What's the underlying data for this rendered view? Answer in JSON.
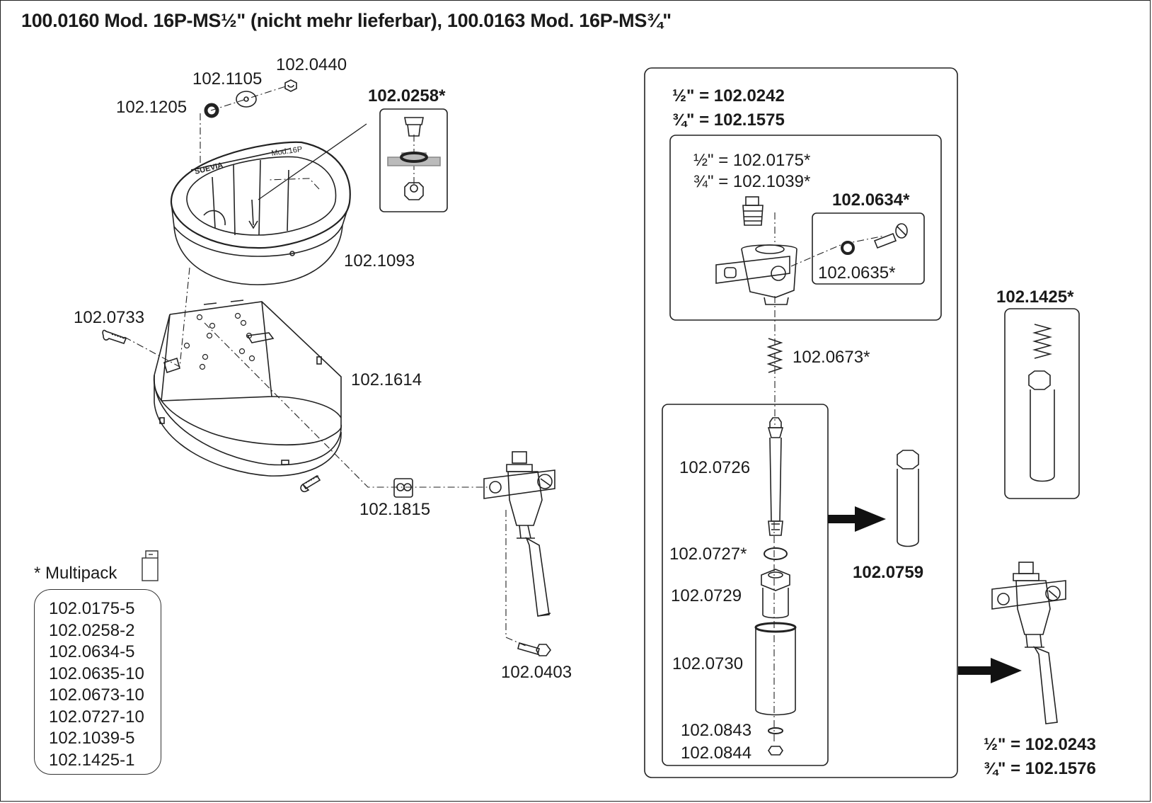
{
  "title": "100.0160 Mod. 16P-MS½\" (nicht mehr lieferbar), 100.0163 Mod. 16P-MS¾\"",
  "bowl_labels": {
    "brand": "SUEVIA",
    "model": "Mod.16P"
  },
  "part_labels": {
    "p1105": "102.1105",
    "p0440": "102.0440",
    "p1205": "102.1205",
    "p0258": "102.0258*",
    "p1093": "102.1093",
    "p0733": "102.0733",
    "p1614": "102.1614",
    "p1815": "102.1815",
    "p0403": "102.0403",
    "p0242": "½\" = 102.0242",
    "p1575": "¾\" = 102.1575",
    "p0175": "½\" = 102.0175*",
    "p1039": "¾\" = 102.1039*",
    "p0634": "102.0634*",
    "p0635": "102.0635*",
    "p0673": "102.0673*",
    "p0726": "102.0726",
    "p0727": "102.0727*",
    "p0729": "102.0729",
    "p0730": "102.0730",
    "p0843": "102.0843",
    "p0844": "102.0844",
    "p0759": "102.0759",
    "p1425": "102.1425*",
    "p0243": "½\" = 102.0243",
    "p1576": "¾\" = 102.1576"
  },
  "multipack": {
    "heading": "* Multipack",
    "items": [
      "102.0175-5",
      "102.0258-2",
      "102.0634-5",
      "102.0635-10",
      "102.0673-10",
      "102.0727-10",
      "102.1039-5",
      "102.1425-1"
    ]
  }
}
